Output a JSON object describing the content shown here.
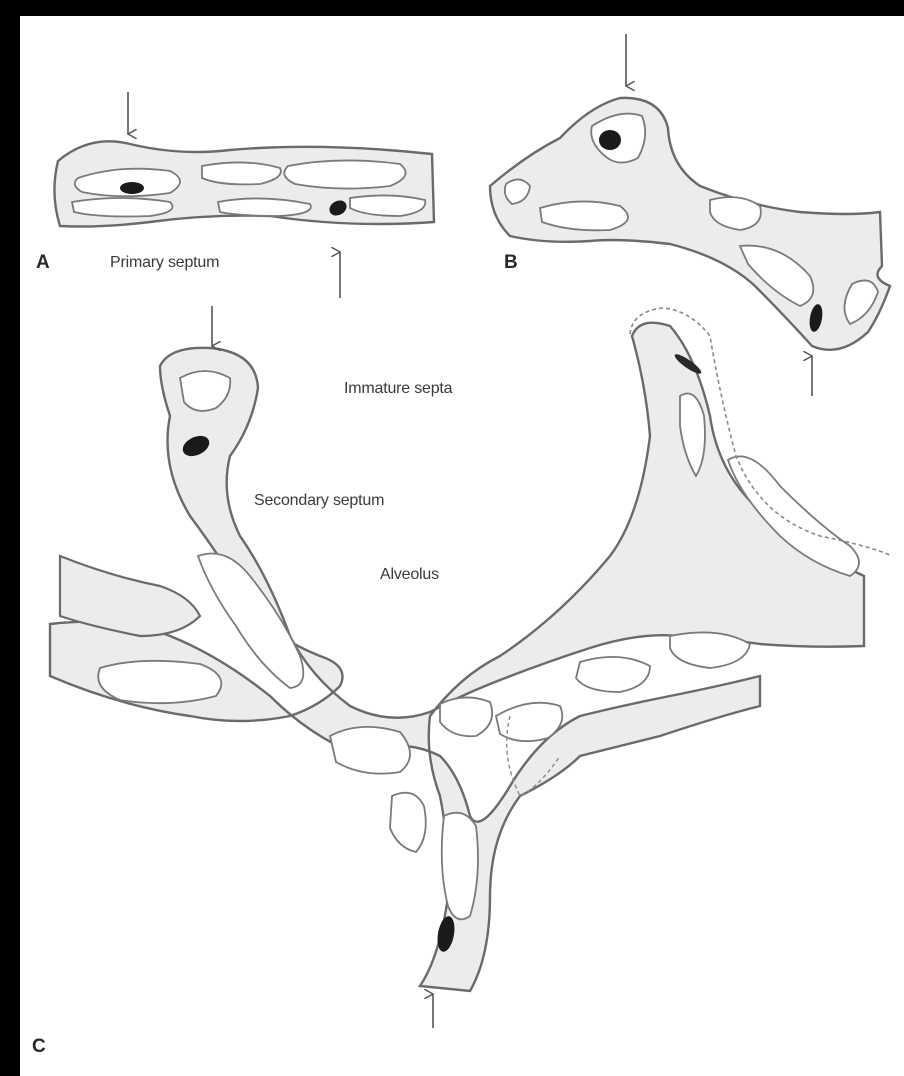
{
  "labels": {
    "panel_a": "A",
    "panel_b": "B",
    "panel_c": "C",
    "primary_septum": "Primary septum",
    "immature_septa": "Immature septa",
    "secondary_septum": "Secondary septum",
    "alveolus": "Alveolus"
  },
  "colors": {
    "background_frame": "#000000",
    "figure_background": "#ffffff",
    "tissue_fill": "#ececec",
    "outline": "#6a6a6a",
    "nucleus": "#1a1a1a"
  }
}
